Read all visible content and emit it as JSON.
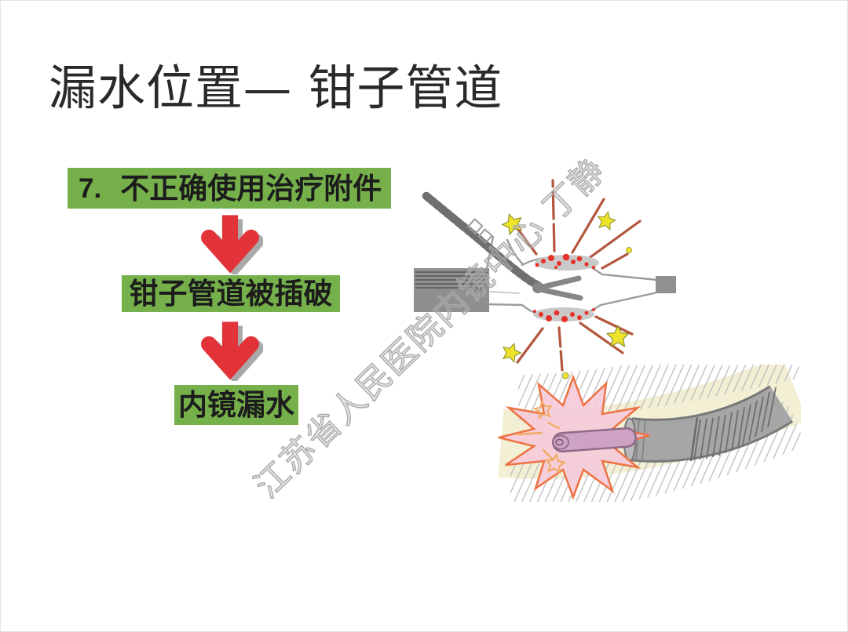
{
  "title": "漏水位置— 钳子管道",
  "watermark": "江苏省人民医院内镜中心 丁静",
  "flowchart": {
    "step1": {
      "number": "7.",
      "label": "不正确使用治疗附件"
    },
    "step2": {
      "label": "钳子管道被插破"
    },
    "step3": {
      "label": "内镜漏水"
    }
  },
  "colors": {
    "box-green": "#76b04b",
    "box-text": "#1c1c1c",
    "title-color": "#2a2a2a",
    "arrow-red": "#e23339",
    "arrow-shadow": "#a9a9a9",
    "watermark-gray": "#a9a9a9",
    "star-yellow": "#ece32a",
    "ray-brown": "#b2573d",
    "dot-red": "#e63129",
    "burst-pink": "#f5c9da",
    "burst-outline": "#ee7142",
    "duct-cream": "#f2efd4",
    "scope-gray": "#a6a6a6"
  }
}
